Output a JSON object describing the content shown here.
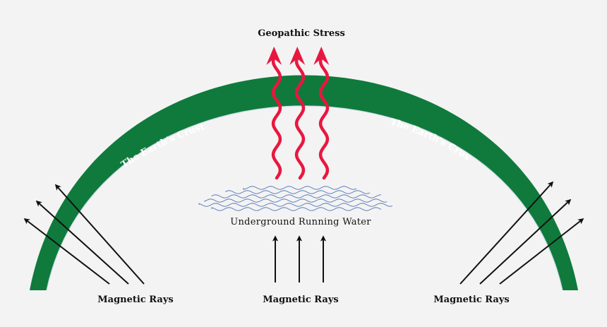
{
  "title": "Geopathic Stress",
  "crust_label_left": "The Earth's Crust",
  "crust_label_right": "The Earth's Crust",
  "water_label": "Underground Running Water",
  "rays_label_left": "Magnetic Rays",
  "rays_label_center": "Magnetic Rays",
  "rays_label_right": "Magnetic Rays",
  "colors": {
    "crust": "#0f7a3c",
    "stress_arrows": "#e8173f",
    "water": "#4a6fb5",
    "magnetic_arrows": "#111111"
  }
}
